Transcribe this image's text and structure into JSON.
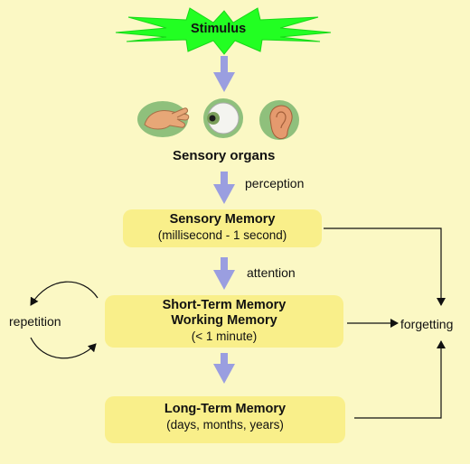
{
  "stimulus": {
    "label": "Stimulus"
  },
  "sensory_organs": {
    "label": "Sensory organs",
    "icons": [
      "hand-icon",
      "eye-icon",
      "ear-icon"
    ]
  },
  "edges": {
    "perception": "perception",
    "attention": "attention",
    "repetition": "repetition",
    "forgetting": "forgetting"
  },
  "sensory_memory": {
    "title": "Sensory Memory",
    "subtitle": "(millisecond - 1 second)"
  },
  "short_term_memory": {
    "title_line1": "Short-Term Memory",
    "title_line2": "Working Memory",
    "subtitle": "(< 1 minute)"
  },
  "long_term_memory": {
    "title": "Long-Term Memory",
    "subtitle": "(days, months, years)"
  },
  "colors": {
    "background": "#fbf8c4",
    "box_fill": "#f9ef8a",
    "down_arrow": "#9a9ee0",
    "starburst": "#22ff22"
  }
}
